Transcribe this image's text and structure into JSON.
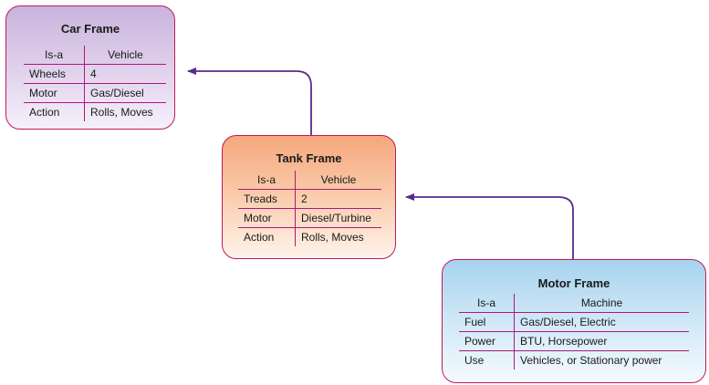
{
  "car_frame": {
    "title": "Car Frame",
    "rows": [
      {
        "key": "Is-a",
        "value": "Vehicle"
      },
      {
        "key": "Wheels",
        "value": "4"
      },
      {
        "key": "Motor",
        "value": "Gas/Diesel"
      },
      {
        "key": "Action",
        "value": "Rolls, Moves"
      }
    ]
  },
  "tank_frame": {
    "title": "Tank Frame",
    "rows": [
      {
        "key": "Is-a",
        "value": "Vehicle"
      },
      {
        "key": "Treads",
        "value": "2"
      },
      {
        "key": "Motor",
        "value": "Diesel/Turbine"
      },
      {
        "key": "Action",
        "value": "Rolls, Moves"
      }
    ]
  },
  "motor_frame": {
    "title": "Motor Frame",
    "rows": [
      {
        "key": "Is-a",
        "value": "Machine"
      },
      {
        "key": "Fuel",
        "value": "Gas/Diesel, Electric"
      },
      {
        "key": "Power",
        "value": "BTU, Horsepower"
      },
      {
        "key": "Use",
        "value": "Vehicles, or Stationary power"
      }
    ]
  },
  "colors": {
    "frame_border": "#c2185b",
    "arrow": "#5a2a8c",
    "car_fill": "#c9b4dc",
    "tank_fill": "#f5a77c",
    "motor_fill": "#a6d3ef"
  }
}
